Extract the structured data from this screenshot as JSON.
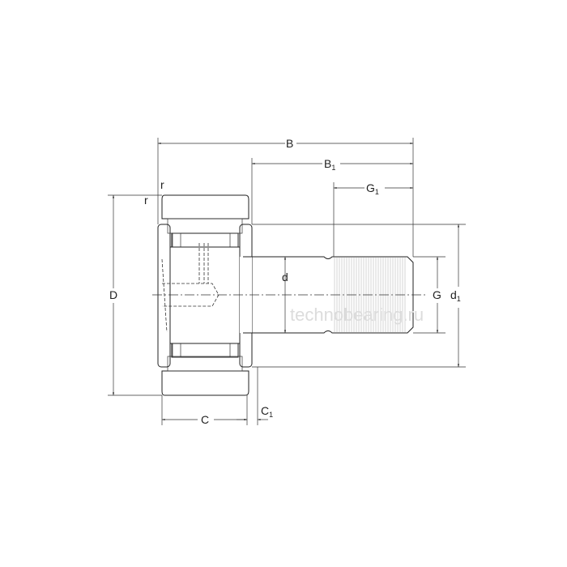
{
  "colors": {
    "ring_fill": "#c9d3ec",
    "line": "#222222",
    "background": "#ffffff"
  },
  "watermark": "technobearing.ru",
  "labels": {
    "B": "B",
    "B1": "B",
    "B1_sub": "1",
    "G1": "G",
    "G1_sub": "1",
    "D": "D",
    "d": "d",
    "G": "G",
    "d1": "d",
    "d1_sub": "1",
    "C": "C",
    "C1": "C",
    "C1_sub": "1",
    "r_top": "r",
    "r_left": "r"
  }
}
